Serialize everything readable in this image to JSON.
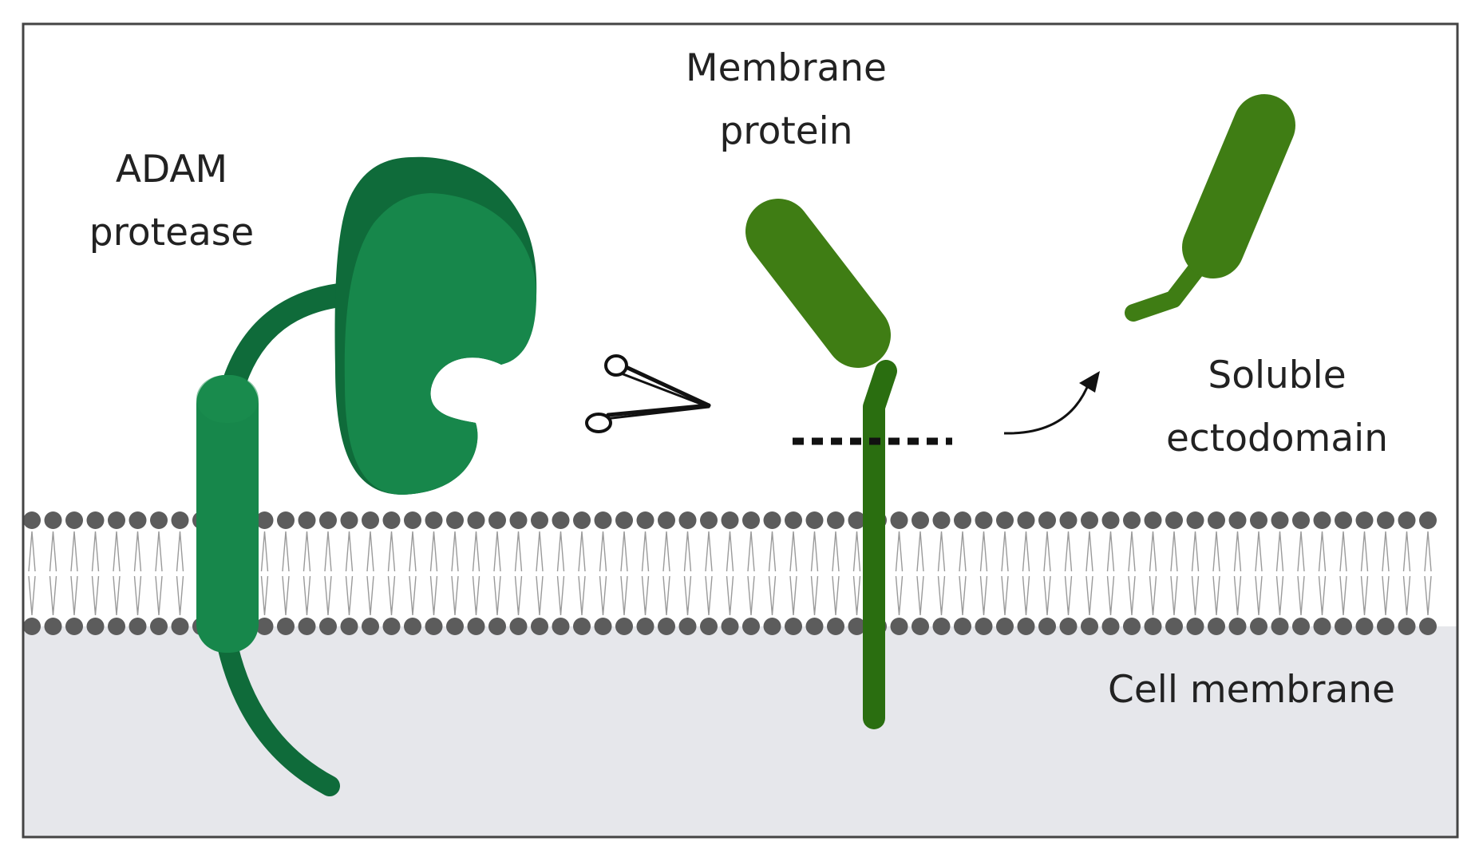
{
  "labels": {
    "adam_line1": "ADAM",
    "adam_line2": "protease",
    "membrane_protein_line1": "Membrane",
    "membrane_protein_line2": "protein",
    "soluble_line1": "Soluble",
    "soluble_line2": "ectodomain",
    "cell_membrane": "Cell membrane"
  },
  "icons": {
    "cleavage": "scissors-icon",
    "release": "curved-arrow-icon"
  },
  "colors": {
    "adam_dark": "#0f6b3a",
    "adam_light": "#17874b",
    "membrane_protein": "#3f7d14",
    "membrane_stalk": "#2a6e10",
    "lipid_head": "#5c5c5c",
    "cytoplasm": "#e6e7eb",
    "frame": "#444444"
  }
}
